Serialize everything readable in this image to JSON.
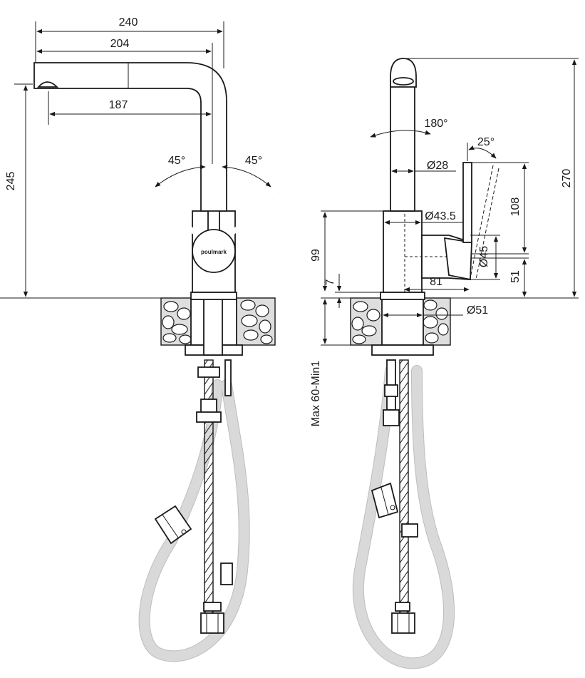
{
  "brand": {
    "logo_text": "poulmark"
  },
  "front_view": {
    "dims": {
      "width_total": "240",
      "width_spout": "204",
      "reach": "187",
      "height": "245",
      "angle_left": "45°",
      "angle_right": "45°"
    }
  },
  "side_view": {
    "dims": {
      "rotation": "180°",
      "lever_angle": "25°",
      "diam_spout": "Ø28",
      "diam_body": "Ø43.5",
      "diam_handle": "Ø45",
      "diam_base": "Ø51",
      "height_total": "270",
      "lever_height": "108",
      "handle_offset": "51",
      "body_height": "99",
      "base_ring": "7",
      "handle_depth": "81",
      "countertop": "Max 60-Min1"
    }
  },
  "colors": {
    "line": "#1a1a1a",
    "hose": "#d9d9d9",
    "counter": "#dedede",
    "background": "#ffffff"
  }
}
